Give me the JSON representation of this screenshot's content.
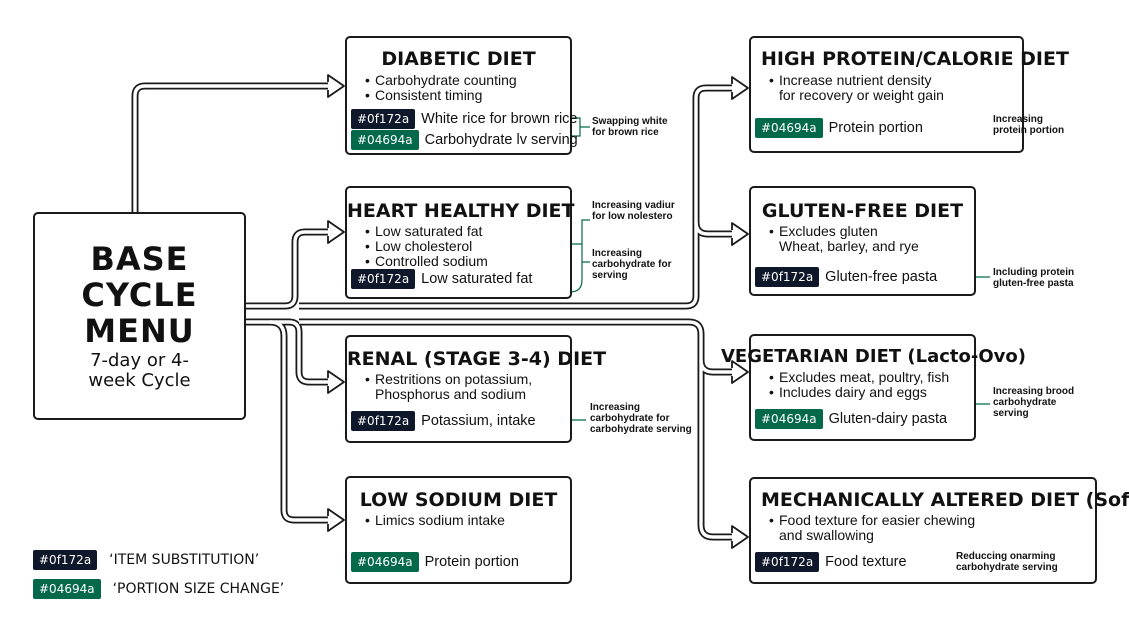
{
  "colors": {
    "substitution": "#0f172a",
    "portion": "#04694a",
    "line": "#1a1a1a"
  },
  "base": {
    "title": "BASE CYCLE MENU",
    "subtitle": "7-day or 4-week Cycle"
  },
  "diets": {
    "diabetic": {
      "title": "DIABETIC DIET",
      "bullets": [
        "Carbohydrate counting",
        "Consistent timing"
      ],
      "rows": [
        {
          "badge": "#0f172a",
          "text": "White rice for brown rice"
        },
        {
          "badge": "#04694a",
          "text": "Carbohydrate lv serving"
        }
      ],
      "note": "Swapping white for brown rice"
    },
    "heart": {
      "title": "HEART HEALTHY DIET",
      "bullets": [
        "Low saturated fat",
        "Low cholesterol",
        "Controlled sodium"
      ],
      "rows": [
        {
          "badge": "#0f172a",
          "text": "Low saturated fat"
        }
      ],
      "note1": "Increasing vadiur for low nolestero",
      "note2": "Increasing carbohydrate for serving"
    },
    "renal": {
      "title": "RENAL (STAGE 3-4) DIET",
      "bullets": [
        "Restritions on potassium,",
        "Phosphorus and sodium"
      ],
      "rows": [
        {
          "badge": "#0f172a",
          "text": "Potassium, intake"
        }
      ],
      "note": "Increasing carbohydrate for carbohydrate serving"
    },
    "sodium": {
      "title": "LOW SODIUM DIET",
      "bullets": [
        "Limics sodium intake"
      ],
      "rows": [
        {
          "badge": "#04694a",
          "text": "Protein portion"
        }
      ]
    },
    "protein": {
      "title": "HIGH PROTEIN/CALORIE DIET",
      "bullets": [
        "Increase nutrient density",
        "for recovery or weight gain"
      ],
      "rows": [
        {
          "badge": "#04694a",
          "text": "Protein portion"
        }
      ],
      "note": "Increasing protein portion"
    },
    "gluten": {
      "title": "GLUTEN-FREE DIET",
      "bullets": [
        "Excludes gluten",
        "Wheat, barley, and rye"
      ],
      "rows": [
        {
          "badge": "#0f172a",
          "text": "Gluten-free pasta"
        }
      ],
      "note": "Including protein gluten-free pasta"
    },
    "veg": {
      "title": "VEGETARIAN DIET (Lacto-Ovo)",
      "bullets": [
        "Excludes meat, poultry, fish",
        "Includes dairy and eggs"
      ],
      "rows": [
        {
          "badge": "#04694a",
          "text": "Gluten-dairy pasta"
        }
      ],
      "note": "Increasing brood carbohydrate serving"
    },
    "mech": {
      "title": "MECHANICALLY ALTERED DIET (Soft)",
      "bullets": [
        "Food texture  for easier chewing",
        "and swallowing"
      ],
      "rows": [
        {
          "badge": "#0f172a",
          "text": "Food texture"
        }
      ],
      "note": "Reduccing onarming carbohydrate serving"
    }
  },
  "legend": [
    {
      "badge": "#0f172a",
      "text": "‘ITEM SUBSTITUTION’"
    },
    {
      "badge": "#04694a",
      "text": "‘PORTION SIZE CHANGE’"
    }
  ]
}
